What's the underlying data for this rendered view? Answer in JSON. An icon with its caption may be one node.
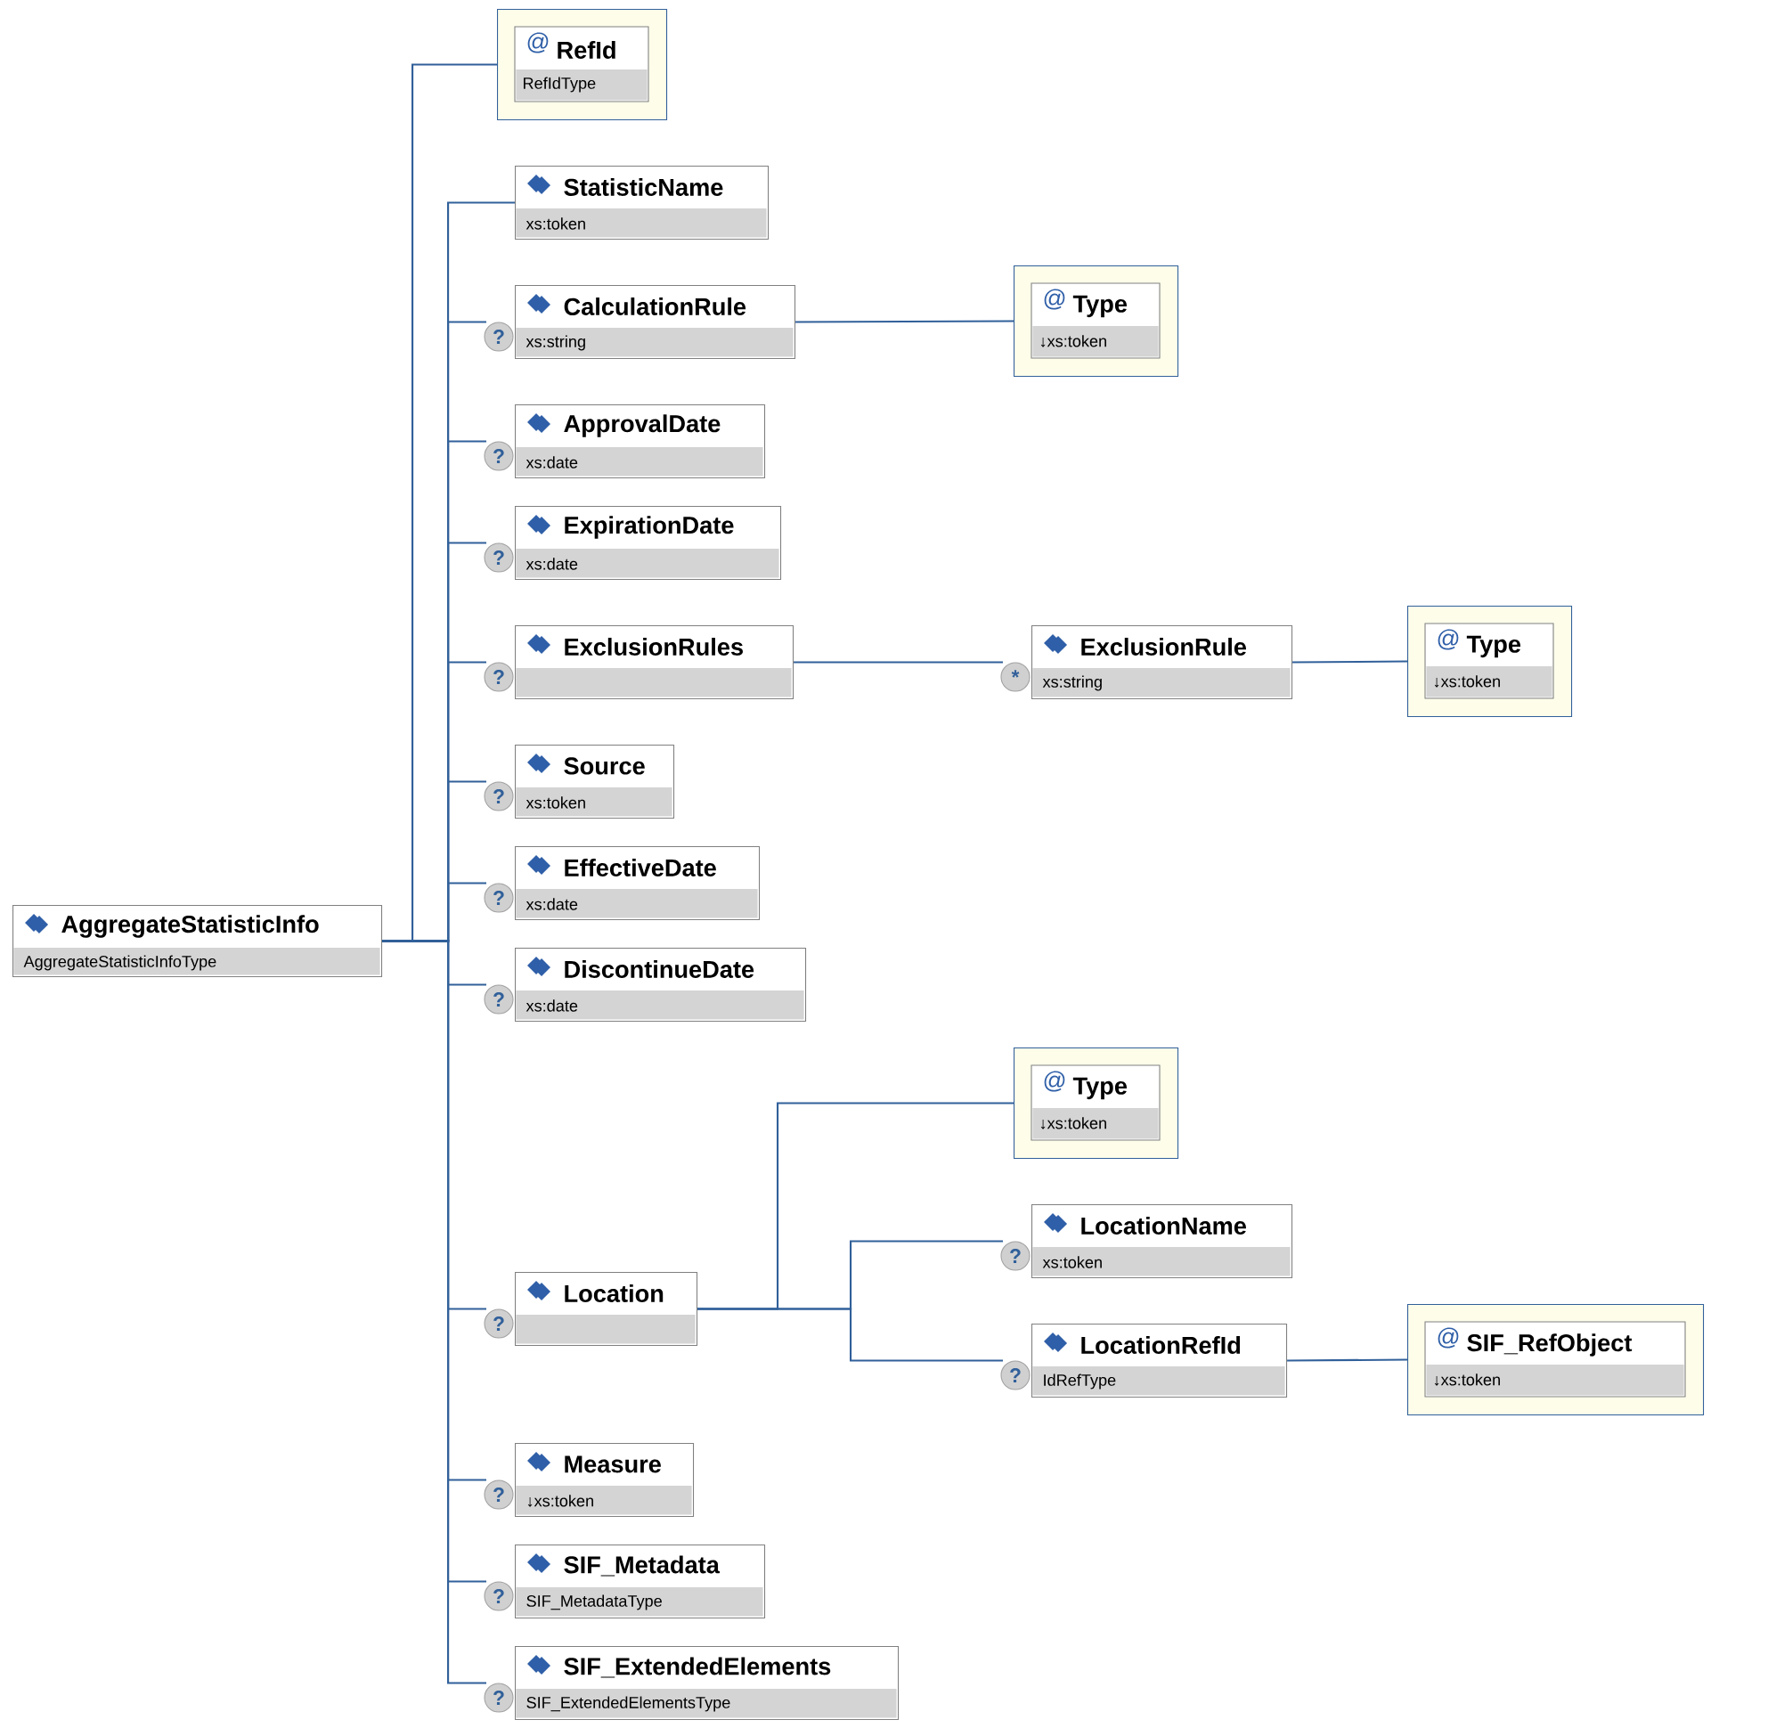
{
  "diagram": {
    "nodes": [
      {
        "text": [
          "AggregateStatisticInfo",
          "AggregateStatisticInfoType"
        ]
      },
      {
        "text": [
          "@",
          "RefId",
          "RefIdType"
        ]
      },
      {
        "text": [
          "StatisticName",
          "xs:token"
        ]
      },
      {
        "text": [
          "CalculationRule",
          "xs:string"
        ],
        "beside": [
          "?"
        ]
      },
      {
        "text": [
          "@",
          "Type",
          "↓xs:token"
        ]
      },
      {
        "text": [
          "ApprovalDate",
          "xs:date"
        ],
        "beside": [
          "?"
        ]
      },
      {
        "text": [
          "ExpirationDate",
          "xs:date"
        ],
        "beside": [
          "?"
        ]
      },
      {
        "text": [
          "ExclusionRules"
        ],
        "beside": [
          "?"
        ]
      },
      {
        "text": [
          "ExclusionRule",
          "xs:string"
        ],
        "beside": [
          "*"
        ]
      },
      {
        "text": [
          "@",
          "Type",
          "↓xs:token"
        ]
      },
      {
        "text": [
          "Source",
          "xs:token"
        ],
        "beside": [
          "?"
        ]
      },
      {
        "text": [
          "EffectiveDate",
          "xs:date"
        ],
        "beside": [
          "?"
        ]
      },
      {
        "text": [
          "DiscontinueDate",
          "xs:date"
        ],
        "beside": [
          "?"
        ]
      },
      {
        "text": [
          "Location"
        ],
        "beside": [
          "?"
        ]
      },
      {
        "text": [
          "@",
          "Type",
          "↓xs:token"
        ]
      },
      {
        "text": [
          "LocationName",
          "xs:token"
        ],
        "beside": [
          "?"
        ]
      },
      {
        "text": [
          "LocationRefId",
          "IdRefType"
        ],
        "beside": [
          "?"
        ]
      },
      {
        "text": [
          "@",
          "SIF_RefObject",
          "↓xs:token"
        ]
      },
      {
        "text": [
          "Measure",
          "↓xs:token"
        ],
        "beside": [
          "?"
        ]
      },
      {
        "text": [
          "SIF_Metadata",
          "SIF_MetadataType"
        ],
        "beside": [
          "?"
        ]
      },
      {
        "text": [
          "SIF_ExtendedElements",
          "SIF_ExtendedElementsType"
        ],
        "beside": [
          "?"
        ]
      }
    ],
    "edges": [
      {
        "from": 0,
        "to": 1,
        "arrow": "none"
      },
      {
        "from": 0,
        "to": 2,
        "arrow": "none"
      },
      {
        "from": 0,
        "to": 3,
        "arrow": "none"
      },
      {
        "from": 3,
        "to": 4,
        "arrow": "none"
      },
      {
        "from": 0,
        "to": 5,
        "arrow": "none"
      },
      {
        "from": 0,
        "to": 6,
        "arrow": "none"
      },
      {
        "from": 0,
        "to": 7,
        "arrow": "none"
      },
      {
        "from": 7,
        "to": 8,
        "arrow": "none"
      },
      {
        "from": 8,
        "to": 9,
        "arrow": "none"
      },
      {
        "from": 0,
        "to": 10,
        "arrow": "none"
      },
      {
        "from": 0,
        "to": 11,
        "arrow": "none"
      },
      {
        "from": 0,
        "to": 12,
        "arrow": "none"
      },
      {
        "from": 0,
        "to": 13,
        "arrow": "none"
      },
      {
        "from": 13,
        "to": 14,
        "arrow": "none"
      },
      {
        "from": 13,
        "to": 15,
        "arrow": "none"
      },
      {
        "from": 13,
        "to": 16,
        "arrow": "none"
      },
      {
        "from": 16,
        "to": 17,
        "arrow": "none"
      },
      {
        "from": 0,
        "to": 18,
        "arrow": "none"
      },
      {
        "from": 0,
        "to": 19,
        "arrow": "none"
      },
      {
        "from": 0,
        "to": 20,
        "arrow": "none"
      }
    ]
  }
}
